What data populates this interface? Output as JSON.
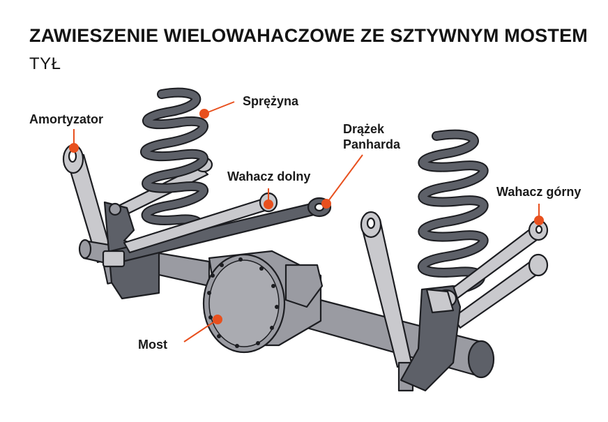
{
  "title": "ZAWIESZENIE WIELOWAHACZOWE ZE SZTYWNYM MOSTEM",
  "subtitle": "TYŁ",
  "labels": {
    "sprezyna": "Sprężyna",
    "amortyzator": "Amortyzator",
    "drazek_line1": "Drążek",
    "drazek_line2": "Panharda",
    "wahacz_dolny": "Wahacz dolny",
    "wahacz_gorny": "Wahacz górny",
    "most": "Most"
  },
  "colors": {
    "accent": "#e8501e",
    "part_light": "#c9c9cd",
    "part_mid": "#9a9ba2",
    "part_dark": "#5d6068",
    "part_darker": "#3f424a",
    "outline": "#1c1d21"
  }
}
